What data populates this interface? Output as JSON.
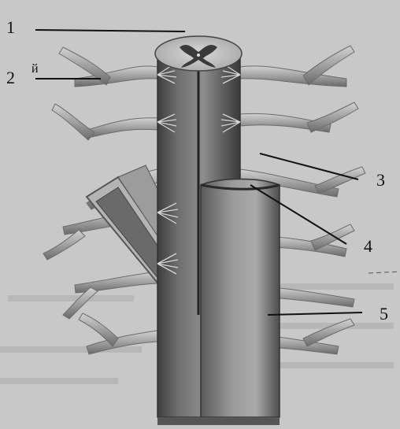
{
  "labels": [
    "1",
    "2",
    "3",
    "4",
    "5"
  ],
  "stray_mark": "й",
  "colors": {
    "background": "#c8c8c8",
    "cord_light": "#b0b0b0",
    "cord_dark": "#4a4a4a",
    "nerve": "#9a9a9a",
    "line": "#111111"
  }
}
